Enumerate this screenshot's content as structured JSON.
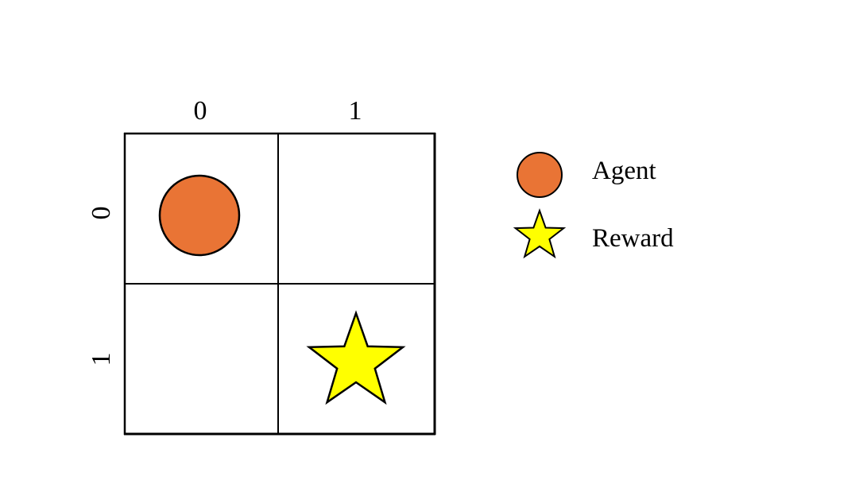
{
  "grid": {
    "rows": 2,
    "cols": 2,
    "col_labels": [
      "0",
      "1"
    ],
    "row_labels": [
      "0",
      "1"
    ],
    "cells": [
      {
        "row": 0,
        "col": 0,
        "content": "agent"
      },
      {
        "row": 1,
        "col": 1,
        "content": "reward"
      }
    ]
  },
  "legend": {
    "items": [
      {
        "label": "Agent",
        "icon": "circle-icon",
        "color": "#E97435"
      },
      {
        "label": "Reward",
        "icon": "star-icon",
        "color": "#FFFF00"
      }
    ]
  },
  "colors": {
    "agent": "#E97435",
    "reward": "#FFFF00",
    "line": "#000000"
  }
}
